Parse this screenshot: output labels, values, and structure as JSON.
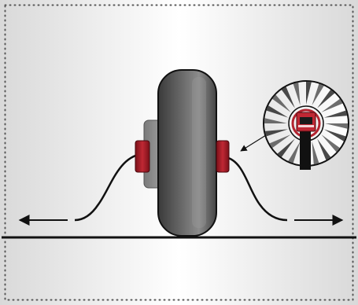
{
  "diagram": {
    "subject": "wheel-with-brake-calipers",
    "components": [
      {
        "name": "tire",
        "icon": "tire-side-view"
      },
      {
        "name": "hub",
        "icon": "wheel-hub"
      },
      {
        "name": "brake-caliper-left",
        "icon": "brake-caliper"
      },
      {
        "name": "brake-caliper-right",
        "icon": "brake-caliper"
      },
      {
        "name": "detail-callout",
        "icon": "brake-disc-detail"
      },
      {
        "name": "ground-line",
        "icon": "horizontal-line"
      },
      {
        "name": "left-arrow",
        "icon": "arrow-left"
      },
      {
        "name": "right-arrow",
        "icon": "arrow-right"
      }
    ],
    "colors": {
      "background_light": "#ffffff",
      "background_dark": "#d8d8d8",
      "tire_dark": "#3c3c3c",
      "tire_light": "#8a8a8a",
      "hub": "#9a9a9a",
      "caliper": "#b3222e",
      "caliper_dark": "#6e0f16",
      "outline": "#111111",
      "border_dots": "#555555"
    }
  }
}
